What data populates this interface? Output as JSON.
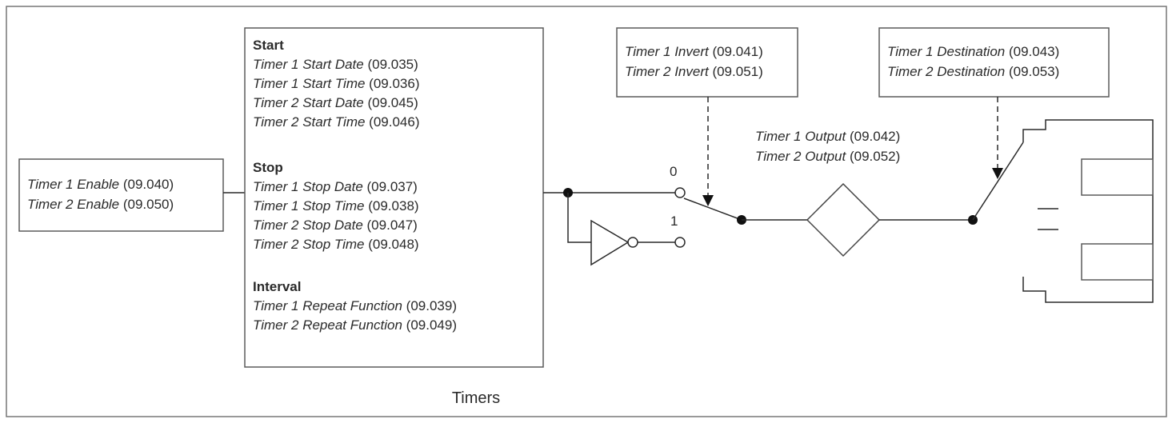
{
  "caption": "Timers",
  "enable_box": {
    "lines": [
      {
        "name": "Timer 1 Enable",
        "code": " (09.040)"
      },
      {
        "name": "Timer 2 Enable",
        "code": " (09.050)"
      }
    ]
  },
  "schedule_box": {
    "start": {
      "heading": "Start",
      "lines": [
        {
          "name": "Timer 1 Start Date",
          "code": " (09.035)"
        },
        {
          "name": "Timer 1 Start Time",
          "code": " (09.036)"
        },
        {
          "name": "Timer 2 Start Date",
          "code": " (09.045)"
        },
        {
          "name": "Timer 2 Start Time",
          "code": " (09.046)"
        }
      ]
    },
    "stop": {
      "heading": "Stop",
      "lines": [
        {
          "name": "Timer 1 Stop Date",
          "code": " (09.037)"
        },
        {
          "name": "Timer 1 Stop Time",
          "code": " (09.038)"
        },
        {
          "name": "Timer 2 Stop Date",
          "code": " (09.047)"
        },
        {
          "name": "Timer 2 Stop Time",
          "code": " (09.048)"
        }
      ]
    },
    "interval": {
      "heading": "Interval",
      "lines": [
        {
          "name": "Timer 1 Repeat Function",
          "code": " (09.039)"
        },
        {
          "name": "Timer 2 Repeat Function",
          "code": " (09.049)"
        }
      ]
    }
  },
  "invert_box": {
    "lines": [
      {
        "name": "Timer 1 Invert",
        "code": " (09.041)"
      },
      {
        "name": "Timer 2 Invert",
        "code": " (09.051)"
      }
    ]
  },
  "destination_box": {
    "lines": [
      {
        "name": "Timer 1 Destination",
        "code": " (09.043)"
      },
      {
        "name": "Timer 2 Destination",
        "code": " (09.053)"
      }
    ]
  },
  "output_label": {
    "lines": [
      {
        "name": "Timer 1 Output",
        "code": " (09.042)"
      },
      {
        "name": "Timer 2 Output",
        "code": " (09.052)"
      }
    ]
  },
  "switch_labels": {
    "zero": "0",
    "one": "1"
  }
}
